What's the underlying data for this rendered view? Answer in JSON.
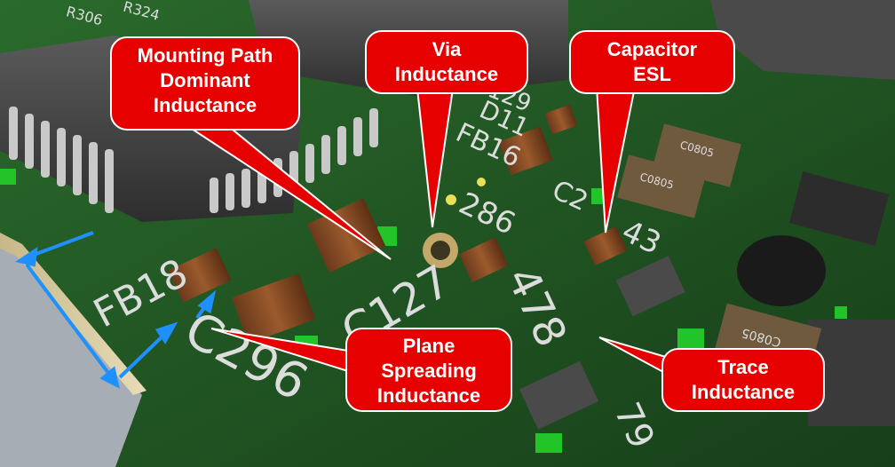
{
  "callouts": {
    "mounting_path": "Mounting Path\nDominant\nInductance",
    "via": "Via\nInductance",
    "capacitor_esl": "Capacitor\nESL",
    "plane_spreading": "Plane\nSpreading\nInductance",
    "trace": "Trace\nInductance"
  },
  "silkscreen": {
    "fb18": "FB18",
    "c296": "C296",
    "c127": "C127",
    "c286": "286",
    "c243": "43",
    "fb16": "FB16",
    "d11": "D11",
    "c2": "C2",
    "r478": "478",
    "c79": "79",
    "r324": "R324",
    "r306": "R306",
    "c129": "129"
  },
  "part_marks": {
    "c0805_a": "C0805",
    "c0805_b": "C0805",
    "c0805_c": "C0805"
  },
  "colors": {
    "callout_fill": "#e60000",
    "callout_stroke": "#ffffff",
    "board_green": "#1f5a22",
    "arrow_blue": "#1e90ff"
  }
}
